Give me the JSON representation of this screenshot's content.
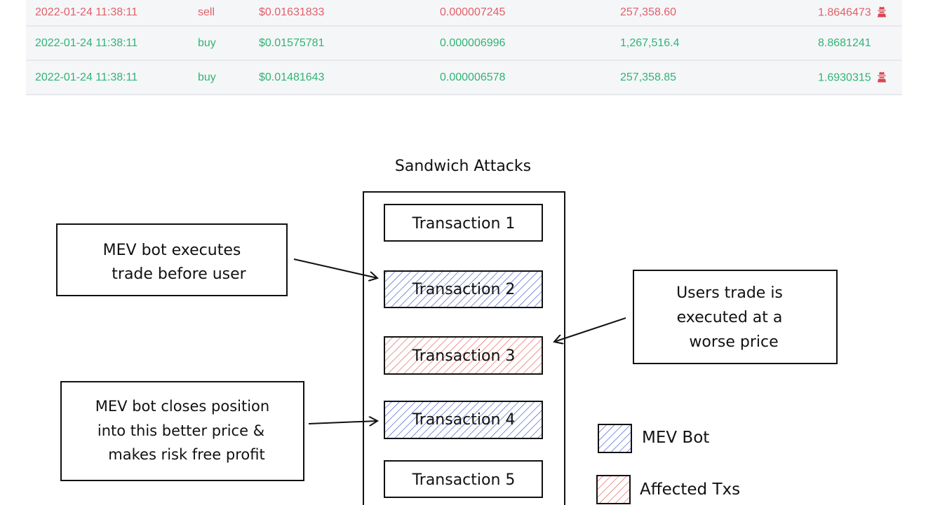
{
  "trades": [
    {
      "time": "2022-01-24 11:38:11",
      "side": "sell",
      "price": "$0.01631833",
      "price_eth": "0.000007245",
      "amount": "257,358.60",
      "value": "1.8646473",
      "mev": true
    },
    {
      "time": "2022-01-24 11:38:11",
      "side": "buy",
      "price": "$0.01575781",
      "price_eth": "0.000006996",
      "amount": "1,267,516.4",
      "value": "8.8681241",
      "mev": false
    },
    {
      "time": "2022-01-24 11:38:11",
      "side": "buy",
      "price": "$0.01481643",
      "price_eth": "0.000006578",
      "amount": "257,358.85",
      "value": "1.6930315",
      "mev": true
    }
  ],
  "colors": {
    "sell": "#e0606a",
    "buy": "#2fb574",
    "mev_hatch": "#3b55c8",
    "affected_hatch": "#e0605a"
  },
  "diagram": {
    "title": "Sandwich Attacks",
    "transactions": [
      "Transaction 1",
      "Transaction 2",
      "Transaction 3",
      "Transaction 4",
      "Transaction 5"
    ],
    "notes": {
      "front": [
        "MEV bot executes",
        "trade before user"
      ],
      "user": [
        "Users trade is",
        "executed at a",
        "worse price"
      ],
      "back": [
        "MEV bot closes position",
        "into this better price &",
        "makes risk free profit"
      ]
    },
    "legend": {
      "mev": "MEV Bot",
      "affected": "Affected Txs"
    }
  }
}
